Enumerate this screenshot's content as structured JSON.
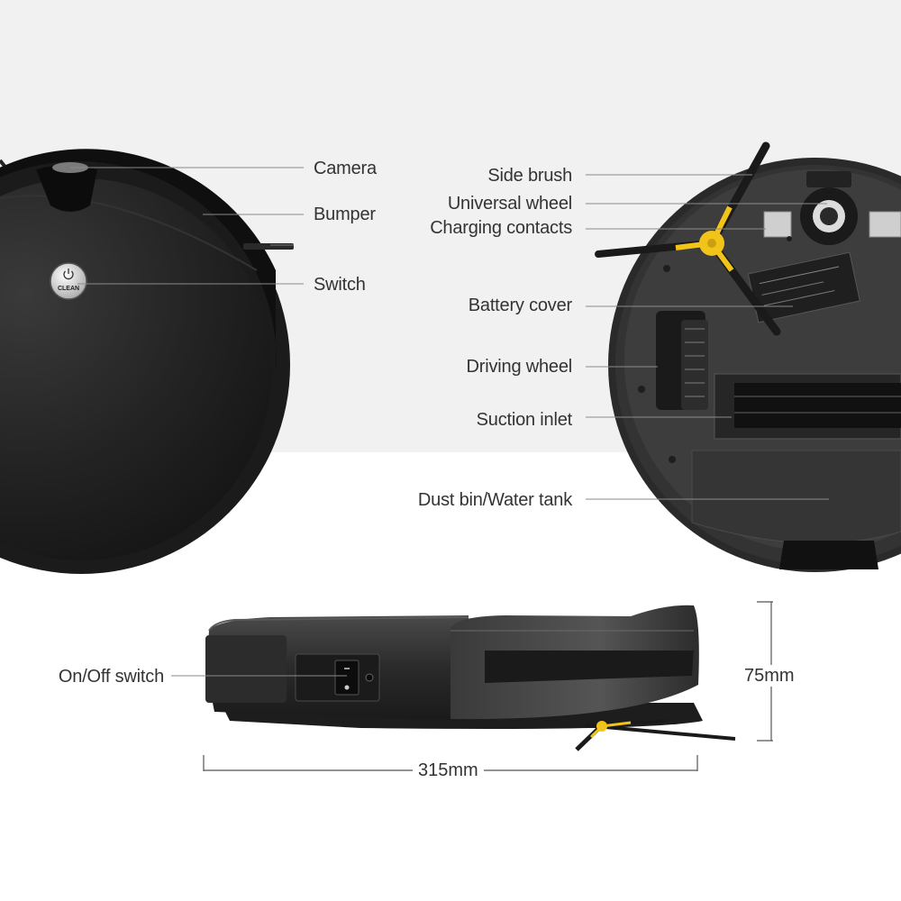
{
  "labels": {
    "camera": "Camera",
    "bumper": "Bumper",
    "switch": "Switch",
    "side_brush": "Side brush",
    "universal_wheel": "Universal wheel",
    "charging_contacts": "Charging contacts",
    "battery_cover": "Battery cover",
    "driving_wheel": "Driving wheel",
    "suction_inlet": "Suction inlet",
    "dust_bin_water_tank": "Dust bin/Water tank",
    "on_off_switch": "On/Off switch"
  },
  "dimensions": {
    "width": "315mm",
    "height": "75mm"
  },
  "button_text": {
    "clean": "CLEAN"
  },
  "colors": {
    "top_background": "#f1f1f1",
    "robot_body": "#1c1c1c",
    "leader_line": "#8a8a8a",
    "brush_yellow": "#f2c41a"
  },
  "icons": {
    "power": "power-icon"
  }
}
